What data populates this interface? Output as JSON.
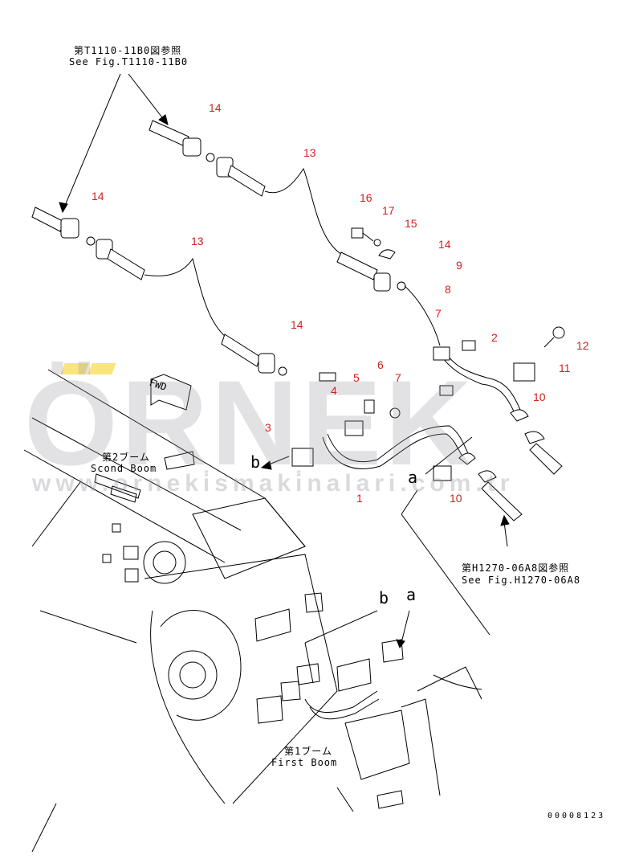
{
  "references": {
    "top_jp": "第T1110-11B0図参照",
    "top_en": "See Fig.T1110-11B0",
    "right_jp": "第H1270-06A8図参照",
    "right_en": "See Fig.H1270-06A8"
  },
  "boom_labels": {
    "second_jp": "第2ブーム",
    "second_en": "Scond Boom",
    "first_jp": "第1ブーム",
    "first_en": "First Boom"
  },
  "fwd_label": "FWD",
  "part_numbers": {
    "p14a": "14",
    "p13a": "13",
    "p14b": "14",
    "p13b": "13",
    "p16": "16",
    "p17": "17",
    "p15": "15",
    "p14c": "14",
    "p9": "9",
    "p8": "8",
    "p7a": "7",
    "p2": "2",
    "p12": "12",
    "p11": "11",
    "p10a": "10",
    "p14d": "14",
    "p6": "6",
    "p5": "5",
    "p4": "4",
    "p7b": "7",
    "p3": "3",
    "p1": "1",
    "p10b": "10"
  },
  "connection_letters": {
    "b_upper": "b",
    "a_upper": "a",
    "b_lower": "b",
    "a_lower": "a"
  },
  "watermark": {
    "brand": "ÖRNEK",
    "url": "www.orneki̇smaki̇nalari.com.tr"
  },
  "figure_code": "00008123",
  "colors": {
    "part_number": "#d42020",
    "line": "#000000",
    "watermark": "#a0a0aa",
    "watermark_accent": "#f5dc50"
  }
}
